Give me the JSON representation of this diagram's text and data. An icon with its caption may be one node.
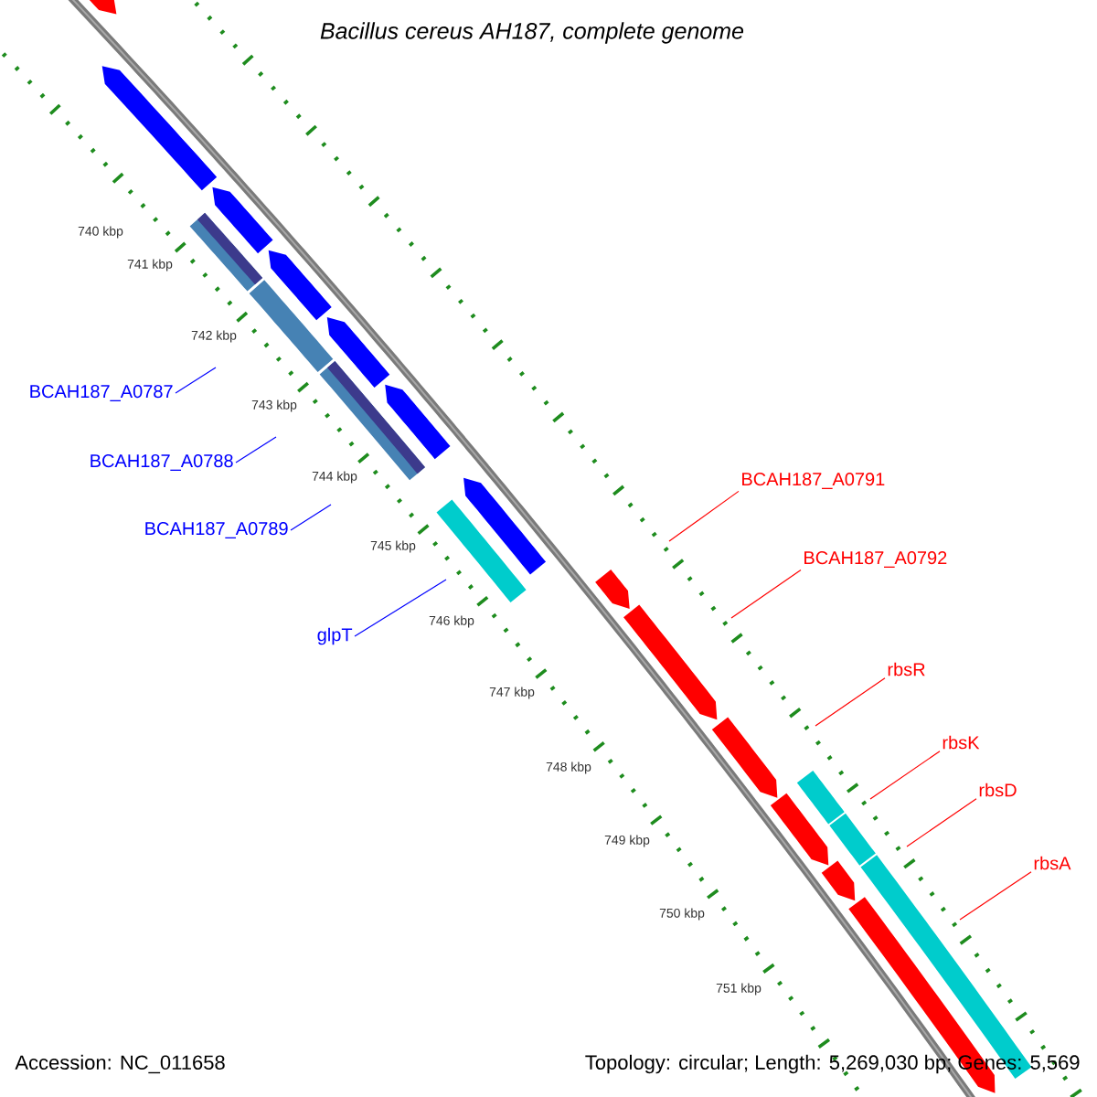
{
  "diagram": {
    "title": "Bacillus cereus AH187, complete genome",
    "nodes": [
      {
        "text": [
          "BCAH187_A0787"
        ]
      },
      {
        "text": [
          "BCAH187_A0788"
        ]
      },
      {
        "text": [
          "BCAH187_A0789"
        ]
      },
      {
        "text": [
          "glpT"
        ]
      },
      {
        "text": [
          "BCAH187_A0791"
        ]
      },
      {
        "text": [
          "BCAH187_A0792"
        ]
      },
      {
        "text": [
          "rbsR"
        ]
      },
      {
        "text": [
          "rbsK"
        ]
      },
      {
        "text": [
          "rbsD"
        ]
      },
      {
        "text": [
          "rbsA"
        ]
      }
    ],
    "edges": [
      {
        "from": 0,
        "to": null,
        "arrow": "none",
        "color": "#0000ff"
      },
      {
        "from": 1,
        "to": null,
        "arrow": "none",
        "color": "#0000ff"
      },
      {
        "from": 2,
        "to": null,
        "arrow": "none",
        "color": "#0000ff"
      },
      {
        "from": 3,
        "to": null,
        "arrow": "none",
        "color": "#0000ff"
      },
      {
        "from": 4,
        "to": null,
        "arrow": "none",
        "color": "#ff0000"
      },
      {
        "from": 5,
        "to": null,
        "arrow": "none",
        "color": "#ff0000"
      },
      {
        "from": 6,
        "to": null,
        "arrow": "none",
        "color": "#ff0000"
      },
      {
        "from": 7,
        "to": null,
        "arrow": "none",
        "color": "#ff0000"
      },
      {
        "from": 8,
        "to": null,
        "arrow": "none",
        "color": "#ff0000"
      },
      {
        "from": 9,
        "to": null,
        "arrow": "none",
        "color": "#ff0000"
      }
    ],
    "labels": [
      "740 kbp",
      "741 kbp",
      "742 kbp",
      "743 kbp",
      "744 kbp",
      "745 kbp",
      "746 kbp",
      "747 kbp",
      "748 kbp",
      "749 kbp",
      "750 kbp",
      "751 kbp",
      "Accession: NC_011658",
      "Topology: circular; Length: 5,269,030 bp; Genes: 5,569"
    ]
  }
}
